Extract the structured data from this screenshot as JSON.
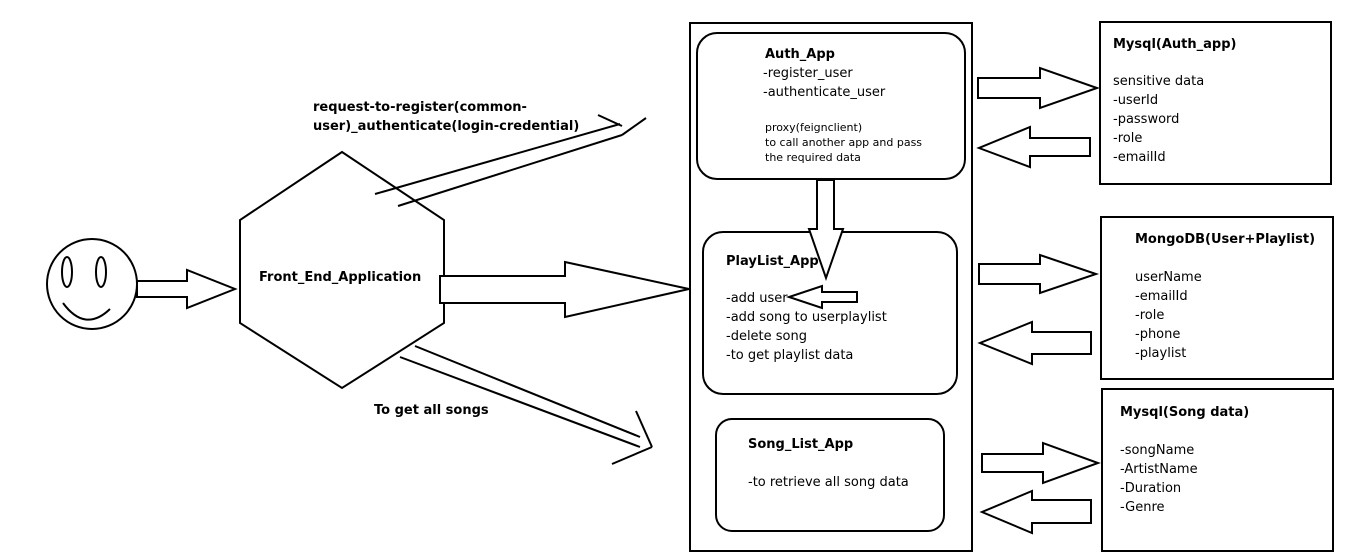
{
  "user_icon": "smiley-face-icon",
  "front_end": {
    "label": "Front_End_Application"
  },
  "flows": {
    "register_auth": "request-to-register(common-\nuser)_authenticate(login-credential)",
    "get_songs": "To get all songs"
  },
  "auth_app": {
    "title": "Auth_App",
    "items": [
      "-register_user",
      "-authenticate_user"
    ],
    "proxy_note": [
      "proxy(feignclient)",
      "to call another app and pass",
      "the required data"
    ]
  },
  "playlist_app": {
    "title": "PlayList_App",
    "items": [
      "-add user",
      "-add song to userplaylist",
      "-delete song",
      "-to get playlist data"
    ]
  },
  "songlist_app": {
    "title": "Song_List_App",
    "items": [
      "-to retrieve all song data"
    ]
  },
  "mysql_auth": {
    "title": "Mysql(Auth_app)",
    "items": [
      "sensitive data",
      "-userId",
      "-password",
      "-role",
      "-emailId"
    ]
  },
  "mongodb": {
    "title": "MongoDB(User+Playlist)",
    "items": [
      "userName",
      "-emailId",
      "-role",
      "-phone",
      "-playlist"
    ]
  },
  "mysql_song": {
    "title": "Mysql(Song data)",
    "items": [
      "-songName",
      "-ArtistName",
      "-Duration",
      "-Genre"
    ]
  }
}
